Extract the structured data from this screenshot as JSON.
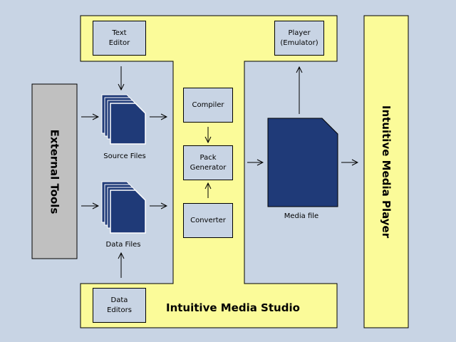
{
  "colors": {
    "background": "#c8d4e4",
    "yellow": "#fbfb99",
    "document_blue": "#1f3a78",
    "external_gray": "#c0c0c0"
  },
  "studio": {
    "title": "Intuitive Media Studio",
    "text_editor": [
      "Text",
      "Editor"
    ],
    "data_editors": [
      "Data",
      "Editors"
    ],
    "source_files": "Source Files",
    "data_files": "Data Files",
    "compiler": "Compiler",
    "pack_generator": [
      "Pack",
      "Generator"
    ],
    "converter": "Converter",
    "player_emulator": [
      "Player",
      "(Emulator)"
    ],
    "media_file": "Media file"
  },
  "external_tools": "External Tools",
  "media_player": "Intuitive Media Player",
  "icons": [
    "document-stack-icon",
    "document-stack-icon",
    "media-file-icon",
    "arrow-icon"
  ]
}
